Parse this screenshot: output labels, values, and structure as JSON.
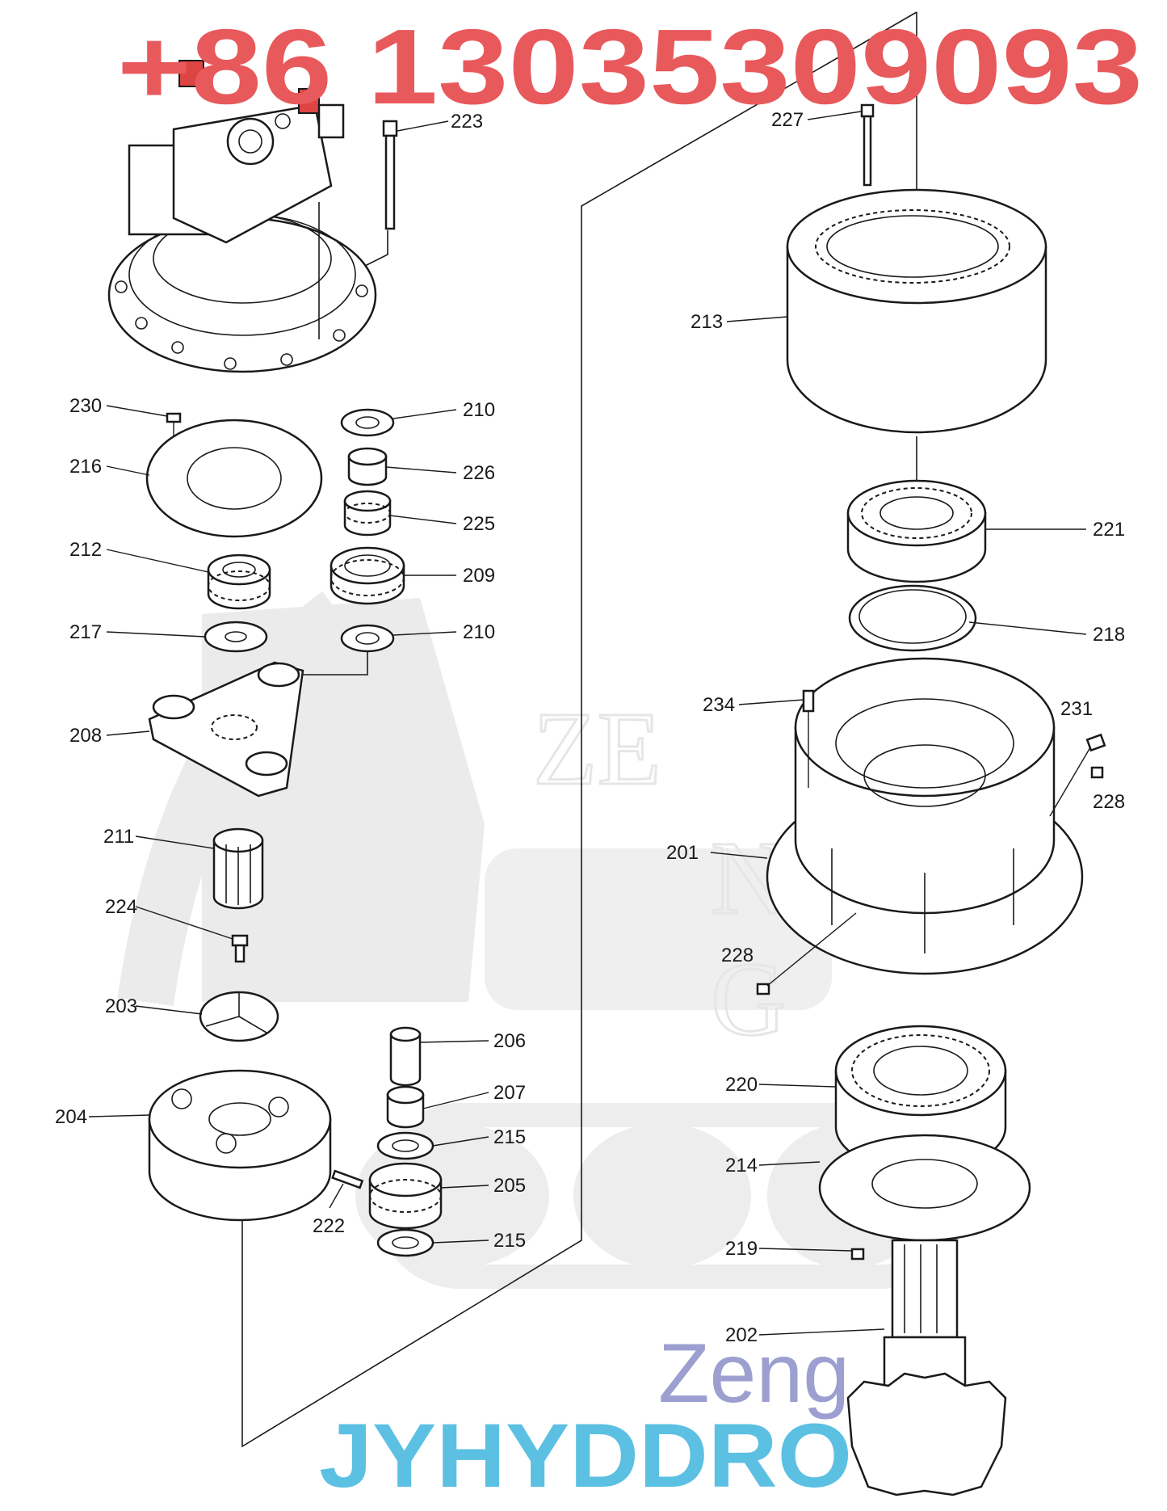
{
  "diagram": {
    "part_labels": {
      "p223": "223",
      "p227": "227",
      "p213": "213",
      "p230": "230",
      "p210a": "210",
      "p216": "216",
      "p226": "226",
      "p225": "225",
      "p212": "212",
      "p209": "209",
      "p217": "217",
      "p210b": "210",
      "p221": "221",
      "p218": "218",
      "p234": "234",
      "p231": "231",
      "p208": "208",
      "p228a": "228",
      "p201": "201",
      "p211": "211",
      "p224": "224",
      "p228b": "228",
      "p203": "203",
      "p206": "206",
      "p220": "220",
      "p207": "207",
      "p204": "204",
      "p215a": "215",
      "p205": "205",
      "p214": "214",
      "p222": "222",
      "p215b": "215",
      "p219": "219",
      "p202": "202"
    },
    "watermark": {
      "phone": "+86 13035309093",
      "brand_top": "Zeng",
      "brand_bottom": "JYHYDDRO",
      "background_letters": [
        "ZE",
        "N",
        "G"
      ]
    },
    "colors": {
      "phone": "#e8595c",
      "brand_top": "#9c9fd0",
      "brand_bottom": "#5cc0e2",
      "line_art": "#1a1a1a",
      "background_watermark": "#d2d2d2"
    }
  }
}
